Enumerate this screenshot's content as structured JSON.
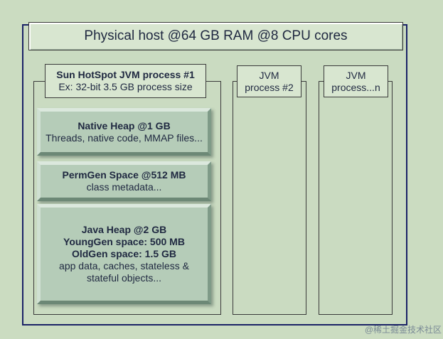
{
  "host": {
    "title": "Physical host @64 GB RAM @8 CPU cores"
  },
  "jvm1": {
    "title": "Sun HotSpot JVM process #1",
    "subtitle": "Ex: 32-bit 3.5 GB process size",
    "native_heap": {
      "title": "Native Heap @1 GB",
      "desc": "Threads, native code, MMAP files..."
    },
    "permgen": {
      "title": "PermGen Space @512 MB",
      "desc": "class metadata..."
    },
    "java_heap": {
      "title": "Java Heap @2 GB",
      "young": "YoungGen space: 500 MB",
      "old": "OldGen space: 1.5 GB",
      "desc_line1": "app data, caches, stateless &",
      "desc_line2": "stateful objects..."
    }
  },
  "jvm2": {
    "line1": "JVM",
    "line2": "process #2"
  },
  "jvmn": {
    "line1": "JVM",
    "line2": "process...n"
  },
  "watermark": "@稀土掘金技术社区"
}
